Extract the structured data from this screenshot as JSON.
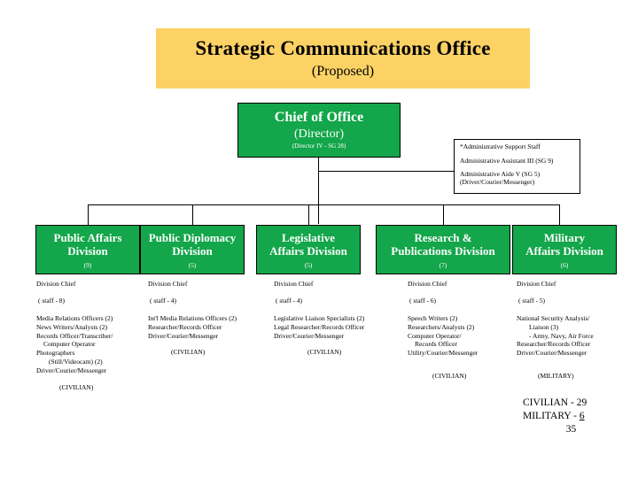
{
  "title": {
    "main": "Strategic Communications Office",
    "sub": "(Proposed)",
    "banner_color": "#FCD265"
  },
  "chief": {
    "title": "Chief of Office",
    "role": "(Director)",
    "rank": "(Director IV - SG 28)",
    "box_color": "#13A64A"
  },
  "support_staff": {
    "heading": "*Administrative Support Staff",
    "line2": "Administrative Assistant III (SG 9)",
    "line3": "Administrative Aide V (SG 5)",
    "line3_sub": "(Driver/Courier/Messenger)"
  },
  "divisions": [
    {
      "name_line1": "Public Affairs",
      "name_line2": "Division",
      "count": "(9)",
      "chief_label": "Division Chief",
      "staff_count": "( staff - 8)",
      "roles": [
        {
          "text": "Media Relations Officers (2)",
          "indent": 0
        },
        {
          "text": "News Writers/Analysts (2)",
          "indent": 0
        },
        {
          "text": "Records Officer/Transcriber/",
          "indent": 0
        },
        {
          "text": "Computer Operator",
          "indent": 1
        },
        {
          "text": "Photographers",
          "indent": 0
        },
        {
          "text": "(Still/Videocam) (2)",
          "indent": 2
        },
        {
          "text": "Driver/Courier/Messenger",
          "indent": 0
        }
      ],
      "category": "(CIVILIAN)"
    },
    {
      "name_line1": "Public Diplomacy",
      "name_line2": "Division",
      "count": "(5)",
      "chief_label": "Division Chief",
      "staff_count": "( staff - 4)",
      "roles": [
        {
          "text": "Int'l Media Relations Officers (2)",
          "indent": 0
        },
        {
          "text": "Researcher/Records Officer",
          "indent": 0
        },
        {
          "text": "Driver/Courier/Messenger",
          "indent": 0
        }
      ],
      "category": "(CIVILIAN)"
    },
    {
      "name_line1": "Legislative",
      "name_line2": "Affairs Division",
      "count": "(5)",
      "chief_label": "Division Chief",
      "staff_count": "( staff - 4)",
      "roles": [
        {
          "text": "Legislative Liaison Specialists (2)",
          "indent": 0
        },
        {
          "text": "Legal Researcher/Records Officer",
          "indent": 0
        },
        {
          "text": "Driver/Courier/Messenger",
          "indent": 0
        }
      ],
      "category": "(CIVILIAN)"
    },
    {
      "name_line1": "Research &",
      "name_line2": "Publications Division",
      "count": "(7)",
      "chief_label": "Division Chief",
      "staff_count": "( staff - 6)",
      "roles": [
        {
          "text": "Speech Writers (2)",
          "indent": 0
        },
        {
          "text": "Researchers/Analysts (2)",
          "indent": 0
        },
        {
          "text": "Computer Operator/",
          "indent": 0
        },
        {
          "text": "Records Officer",
          "indent": 1
        },
        {
          "text": "Utility/Courier/Messenger",
          "indent": 0
        }
      ],
      "category": "(CIVILIAN)"
    },
    {
      "name_line1": "Military",
      "name_line2": "Affairs Division",
      "count": "(6)",
      "chief_label": "Division Chief",
      "staff_count": "( staff - 5)",
      "roles": [
        {
          "text": "National Security Analysis/",
          "indent": 0
        },
        {
          "text": "Liaison (3)",
          "indent": 2
        },
        {
          "text": "- Army, Navy, Air Force",
          "indent": 2
        },
        {
          "text": "Researcher/Records Officer",
          "indent": 0
        },
        {
          "text": "Driver/Courier/Messenger",
          "indent": 0
        }
      ],
      "category": "(MILITARY)"
    }
  ],
  "totals": {
    "civilian_label": "CIVILIAN -",
    "civilian_value": "29",
    "military_label": "MILITARY -",
    "military_value": "6",
    "grand_total": "35"
  }
}
